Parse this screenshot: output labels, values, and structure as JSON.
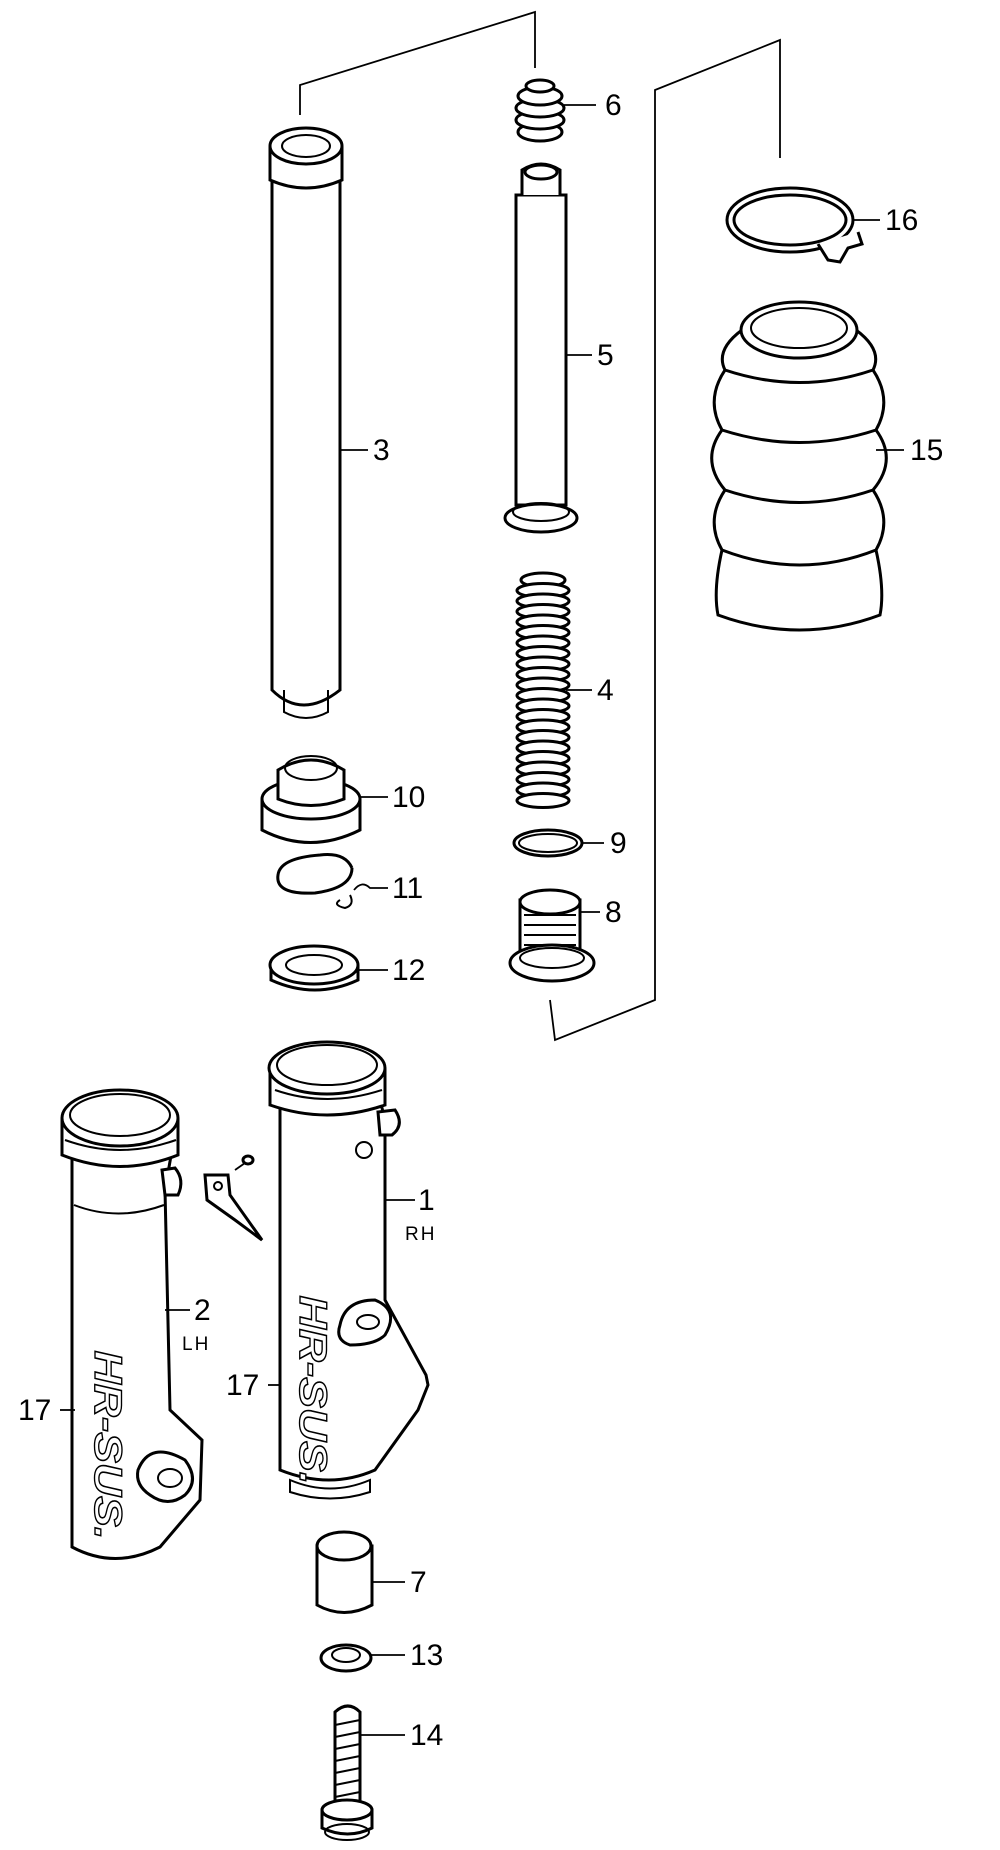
{
  "parts": {
    "p1": {
      "number": "1",
      "side": "RH"
    },
    "p2": {
      "number": "2",
      "side": "LH"
    },
    "p3": {
      "number": "3"
    },
    "p4": {
      "number": "4"
    },
    "p5": {
      "number": "5"
    },
    "p6": {
      "number": "6"
    },
    "p7": {
      "number": "7"
    },
    "p8": {
      "number": "8"
    },
    "p9": {
      "number": "9"
    },
    "p10": {
      "number": "10"
    },
    "p11": {
      "number": "11"
    },
    "p12": {
      "number": "12"
    },
    "p13": {
      "number": "13"
    },
    "p14": {
      "number": "14"
    },
    "p15": {
      "number": "15"
    },
    "p16": {
      "number": "16"
    },
    "p17a": {
      "number": "17"
    },
    "p17b": {
      "number": "17"
    }
  },
  "logo_text": "HR-SUS."
}
